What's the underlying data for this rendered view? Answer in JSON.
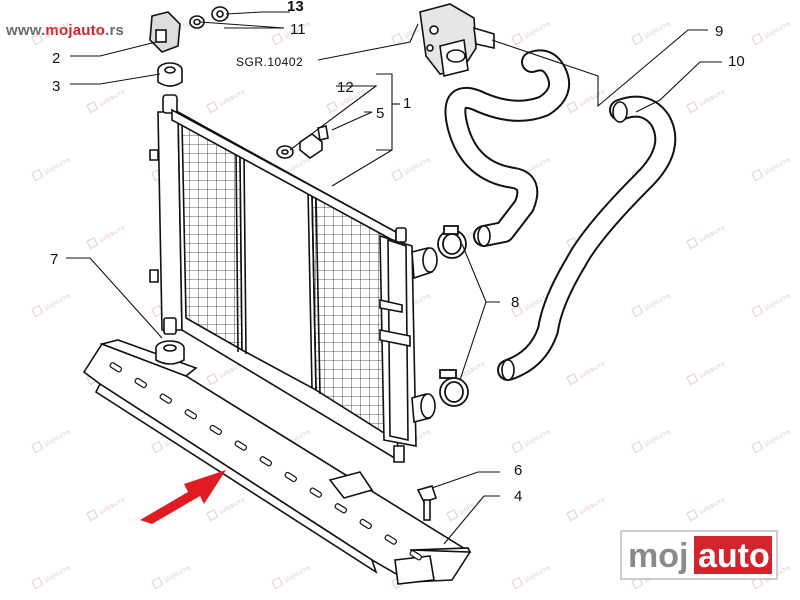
{
  "site": {
    "prefix": "www.",
    "brand": "mojauto",
    "suffix": ".rs"
  },
  "watermark": {
    "text": "μοjαuτο"
  },
  "ref_code": "SGR.10402",
  "callouts": {
    "c1": "1",
    "c2": "2",
    "c3": "3",
    "c4": "4",
    "c5": "5",
    "c6": "6",
    "c7": "7",
    "c8": "8",
    "c9": "9",
    "c10": "10",
    "c11": "11",
    "c12": "12",
    "c13": "13"
  },
  "logo": {
    "part1": "moj",
    "part2": "auto"
  },
  "colors": {
    "arrow": "#e01b22",
    "line": "#111111",
    "logo_gray": "#8a8a8a",
    "logo_red": "#d2242b",
    "watermark": "#d8a0a0"
  }
}
